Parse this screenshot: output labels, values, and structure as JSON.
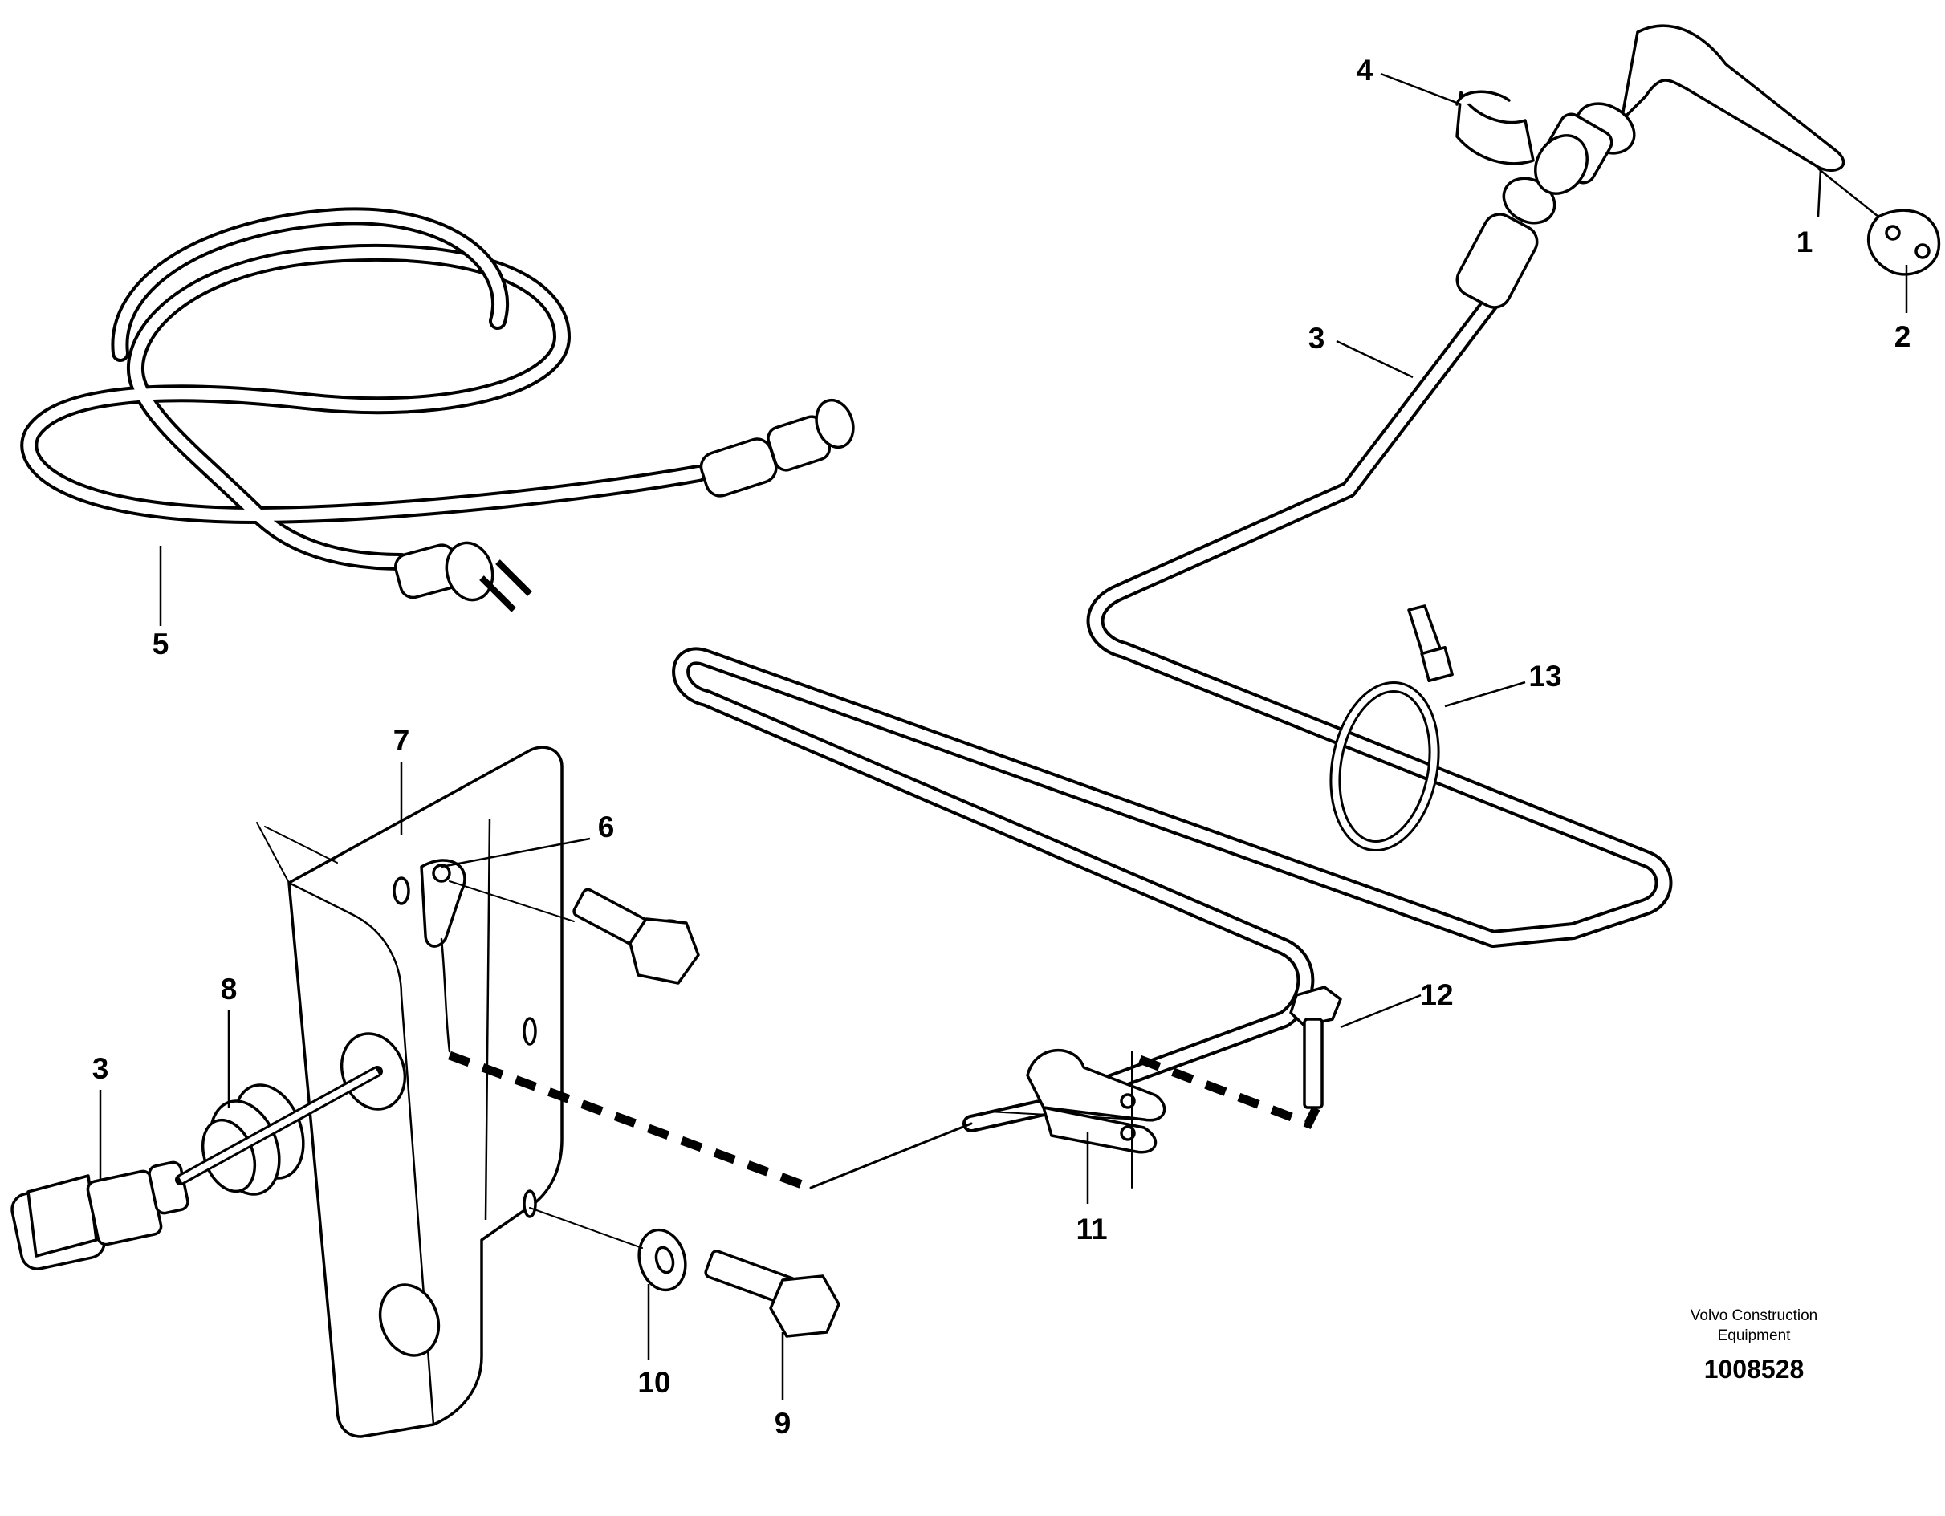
{
  "callouts": [
    {
      "id": "1",
      "label": "1"
    },
    {
      "id": "2",
      "label": "2"
    },
    {
      "id": "3",
      "label": "3"
    },
    {
      "id": "4",
      "label": "4"
    },
    {
      "id": "5",
      "label": "5"
    },
    {
      "id": "6",
      "label": "6"
    },
    {
      "id": "7",
      "label": "7"
    },
    {
      "id": "8",
      "label": "8"
    },
    {
      "id": "3b",
      "label": "3"
    },
    {
      "id": "9",
      "label": "9"
    },
    {
      "id": "10",
      "label": "10"
    },
    {
      "id": "11",
      "label": "11"
    },
    {
      "id": "12",
      "label": "12"
    },
    {
      "id": "13",
      "label": "13"
    }
  ],
  "brand": {
    "line1": "Volvo Construction",
    "line2": "Equipment",
    "part_number": "1008528"
  }
}
